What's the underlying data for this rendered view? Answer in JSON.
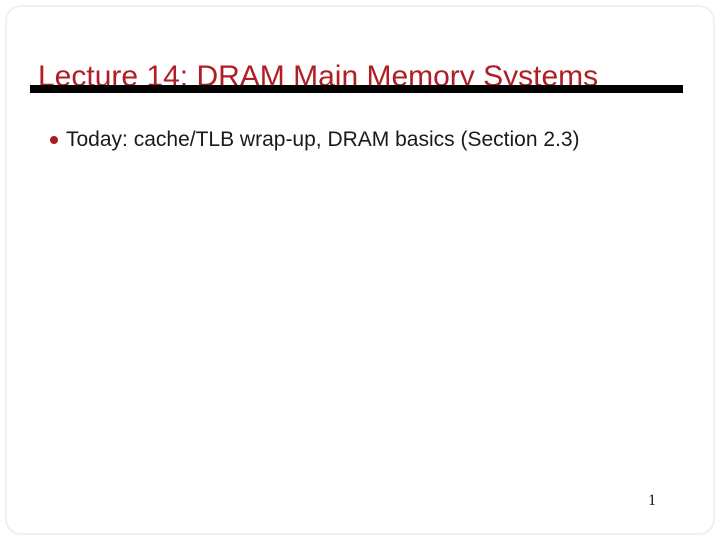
{
  "slide": {
    "title": "Lecture 14: DRAM Main Memory Systems",
    "bullets": [
      {
        "text": "Today: cache/TLB wrap-up, DRAM basics (Section 2.3)"
      }
    ],
    "page_number": "1",
    "colors": {
      "title_red": "#ae1e24",
      "bullet_dot_red": "#a81b1e",
      "rule_black": "#000000",
      "body_text": "#1a1a1a",
      "border_tint": "#f1f0e9"
    }
  }
}
